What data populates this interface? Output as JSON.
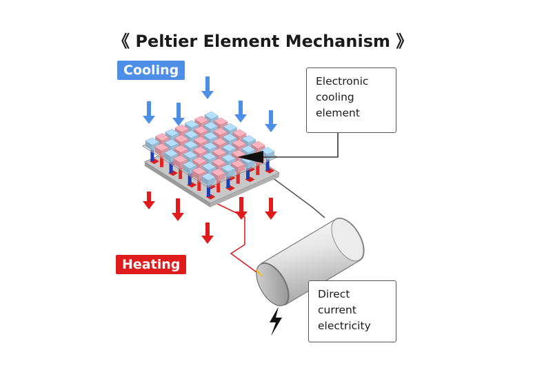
{
  "title": "《 Peltier Element Mechanism 》",
  "labels": {
    "cooling": "Cooling",
    "heating": "Heating"
  },
  "callouts": {
    "element": [
      "Electronic",
      "cooling",
      "element"
    ],
    "power": [
      "Direct",
      "current",
      "electricity"
    ]
  },
  "colors": {
    "cooling_blue": "#4d8ee6",
    "heating_red": "#e01b1b",
    "cube_blue": "#a9d0ee",
    "cube_pink": "#f2a7b3"
  },
  "icons": {
    "cold_flow": "arrow-down-blue",
    "heat_flow": "arrow-down-red",
    "electricity": "lightning-bolt-icon",
    "power_source": "battery-cylinder"
  }
}
